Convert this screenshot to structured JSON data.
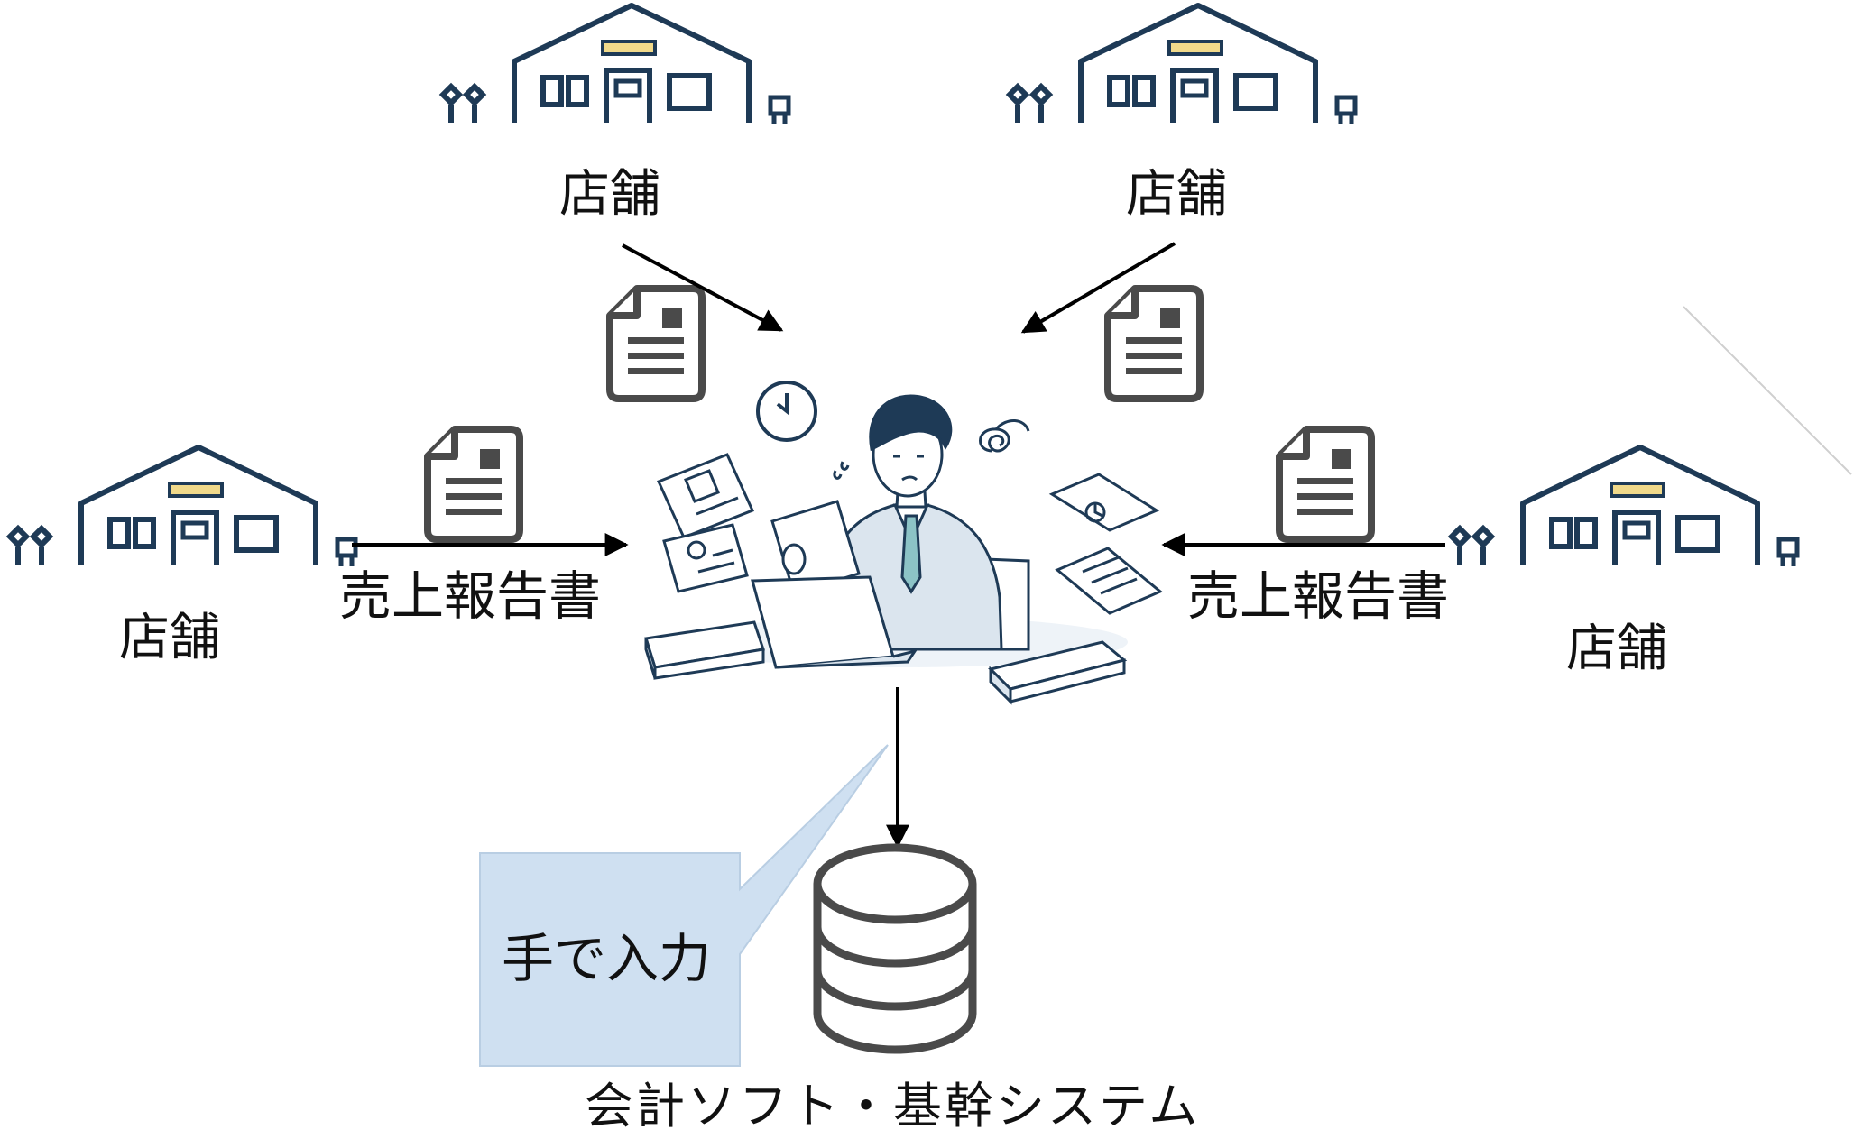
{
  "stores": [
    {
      "label": "店舗"
    },
    {
      "label": "店舗"
    },
    {
      "label": "店舗"
    },
    {
      "label": "店舗"
    }
  ],
  "reports": [
    {
      "label": "売上報告書"
    },
    {
      "label": "売上報告書"
    }
  ],
  "callout": {
    "text": "手で入力"
  },
  "database": {
    "label": "会計ソフト・基幹システム"
  },
  "colors": {
    "store_line": "#1e3a56",
    "store_window": "#f0d98a",
    "doc_line": "#4a4a4a",
    "callout_fill": "#cfe0f1",
    "arrow": "#000000"
  }
}
